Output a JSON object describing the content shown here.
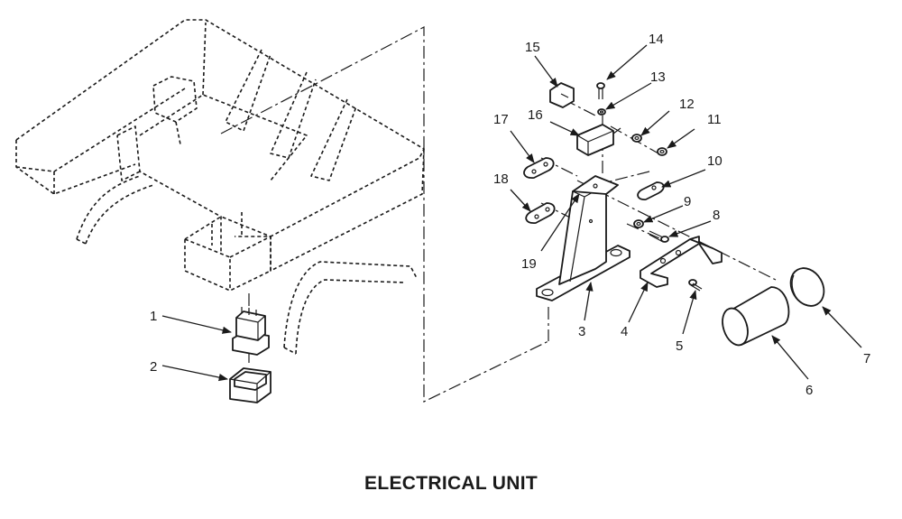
{
  "title": "ELECTRICAL UNIT",
  "callouts": [
    "1",
    "2",
    "3",
    "4",
    "5",
    "6",
    "7",
    "8",
    "9",
    "10",
    "11",
    "12",
    "13",
    "14",
    "15",
    "16",
    "17",
    "18",
    "19"
  ],
  "colors": {
    "line": "#1a1a1a",
    "background": "#ffffff"
  }
}
